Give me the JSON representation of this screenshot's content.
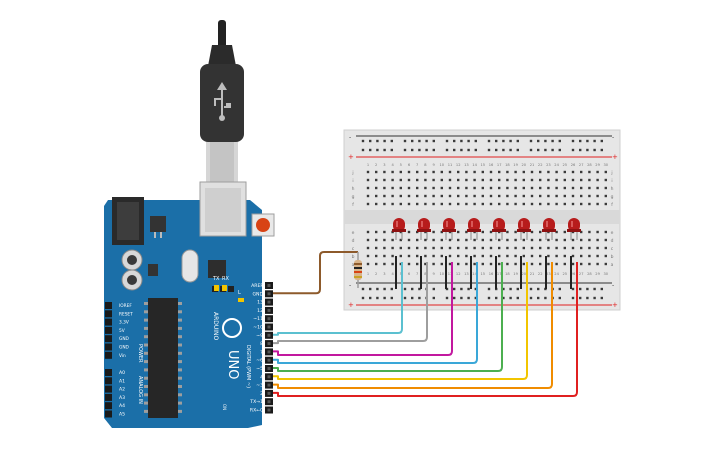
{
  "arduino": {
    "brand": "ARDUINO",
    "model": "UNO",
    "digital_header_label": "DIGITAL (PWM ~)",
    "power_header_label": "POWER",
    "analog_header_label": "ANALOG IN",
    "on_label": "ON",
    "tx_label": "TX",
    "rx_label": "RX",
    "l_label": "L",
    "digital_pins": [
      "AREF",
      "GND",
      "13",
      "12",
      "~11",
      "~10",
      "~9",
      "8",
      "7",
      "~6",
      "~5",
      "4",
      "~3",
      "2",
      "TX→1",
      "RX←0"
    ],
    "power_pins": [
      "IOREF",
      "RESET",
      "3.3V",
      "5V",
      "GND",
      "GND",
      "Vin"
    ],
    "analog_pins": [
      "A0",
      "A1",
      "A2",
      "A3",
      "A4",
      "A5"
    ]
  },
  "breadboard": {
    "column_numbers": [
      "1",
      "2",
      "3",
      "4",
      "5",
      "6",
      "7",
      "8",
      "9",
      "10",
      "11",
      "12",
      "13",
      "14",
      "15",
      "16",
      "17",
      "18",
      "19",
      "20",
      "21",
      "22",
      "23",
      "24",
      "25",
      "26",
      "27",
      "28",
      "29",
      "30"
    ],
    "row_letters_top": [
      "j",
      "i",
      "h",
      "g",
      "f"
    ],
    "row_letters_bottom": [
      "e",
      "d",
      "c",
      "b",
      "a"
    ],
    "rail_plus": "+",
    "rail_minus": "-"
  },
  "leds": {
    "count": 8,
    "color": "#b71c1c"
  },
  "wires": [
    {
      "pin": "GND",
      "color": "#8d5a2b"
    },
    {
      "pin": "~9",
      "color": "#5bc0d0"
    },
    {
      "pin": "8",
      "color": "#9e9e9e"
    },
    {
      "pin": "7",
      "color": "#c2189f"
    },
    {
      "pin": "~6",
      "color": "#3aa7d8"
    },
    {
      "pin": "~5",
      "color": "#4caf50"
    },
    {
      "pin": "4",
      "color": "#f2c500"
    },
    {
      "pin": "~3",
      "color": "#f08c00"
    },
    {
      "pin": "2",
      "color": "#e02020"
    }
  ],
  "colors": {
    "board": "#1b6fa8",
    "board_dark": "#145a8a",
    "breadboard": "#e6e6e6",
    "usb_body": "#333333"
  }
}
